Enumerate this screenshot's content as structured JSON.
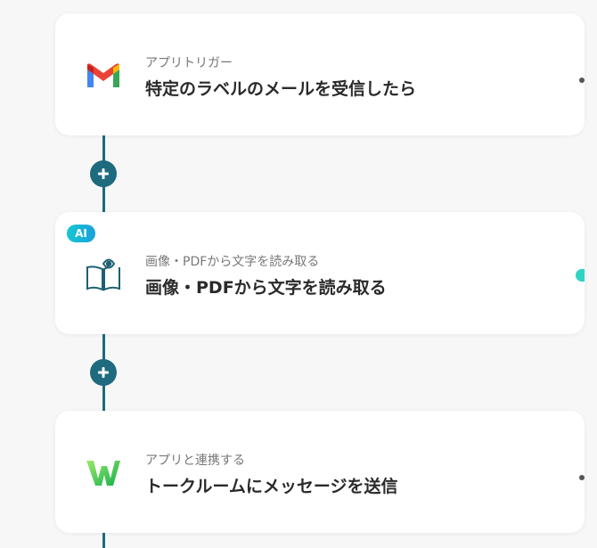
{
  "steps": [
    {
      "icon": "gmail-icon",
      "subtitle": "アプリトリガー",
      "title": "特定のラベルのメールを受信したら"
    },
    {
      "icon": "ocr-book-eye-icon",
      "badge": "AI",
      "subtitle": "画像・PDFから文字を読み取る",
      "title": "画像・PDFから文字を読み取る"
    },
    {
      "icon": "lineworks-icon",
      "subtitle": "アプリと連携する",
      "title": "トークルームにメッセージを送信"
    }
  ],
  "colors": {
    "connector": "#1e6a7e",
    "ai_badge": "#16c7d2",
    "card_background": "#ffffff",
    "page_background": "#f7f7f8"
  }
}
